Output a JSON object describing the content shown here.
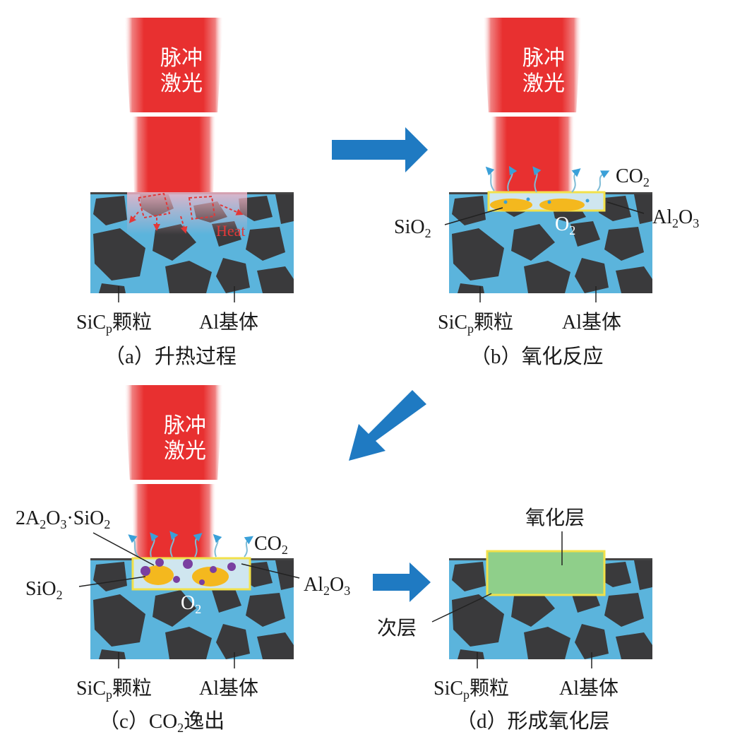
{
  "colors": {
    "matrix": "#5bb4dc",
    "particle": "#3a3a3c",
    "laser": "#e83030",
    "arrow": "#1f7ac2",
    "oxide_layer": "#8fcf8a",
    "sub_layer": "#f2e14a",
    "sio2_blob": "#f4b81e",
    "compound_dot": "#7a3fa0"
  },
  "panels": [
    {
      "id": "a",
      "laser_label": [
        "脉冲",
        "激光"
      ],
      "heat_label": "Heat",
      "sic_label": {
        "main": "SiC",
        "sub": "p",
        "rest": "颗粒"
      },
      "al_label": "Al基体",
      "caption": "（a）升热过程"
    },
    {
      "id": "b",
      "laser_label": [
        "脉冲",
        "激光"
      ],
      "co2": {
        "main": "CO",
        "sub": "2"
      },
      "al2o3": {
        "a": "Al",
        "s1": "2",
        "b": "O",
        "s2": "3"
      },
      "sio2": {
        "main": "SiO",
        "sub": "2"
      },
      "o2": {
        "main": "O",
        "sub": "2"
      },
      "sic_label": {
        "main": "SiC",
        "sub": "p",
        "rest": "颗粒"
      },
      "al_label": "Al基体",
      "caption": "（b）氧化反应"
    },
    {
      "id": "c",
      "laser_label": [
        "脉冲",
        "激光"
      ],
      "compound": {
        "p1": "2A",
        "s1": "2",
        "p2": "O",
        "s2": "3",
        "p3": "·SiO",
        "s3": "2"
      },
      "co2": {
        "main": "CO",
        "sub": "2"
      },
      "al2o3": {
        "a": "Al",
        "s1": "2",
        "b": "O",
        "s2": "3"
      },
      "sio2": {
        "main": "SiO",
        "sub": "2"
      },
      "o2": {
        "main": "O",
        "sub": "2"
      },
      "sic_label": {
        "main": "SiC",
        "sub": "p",
        "rest": "颗粒"
      },
      "al_label": "Al基体",
      "caption": {
        "pre": "（c）CO",
        "sub": "2",
        "post": "逸出"
      }
    },
    {
      "id": "d",
      "oxide_label": "氧化层",
      "sublayer_label": "次层",
      "sic_label": {
        "main": "SiC",
        "sub": "p",
        "rest": "颗粒"
      },
      "al_label": "Al基体",
      "caption": "（d）形成氧化层"
    }
  ]
}
